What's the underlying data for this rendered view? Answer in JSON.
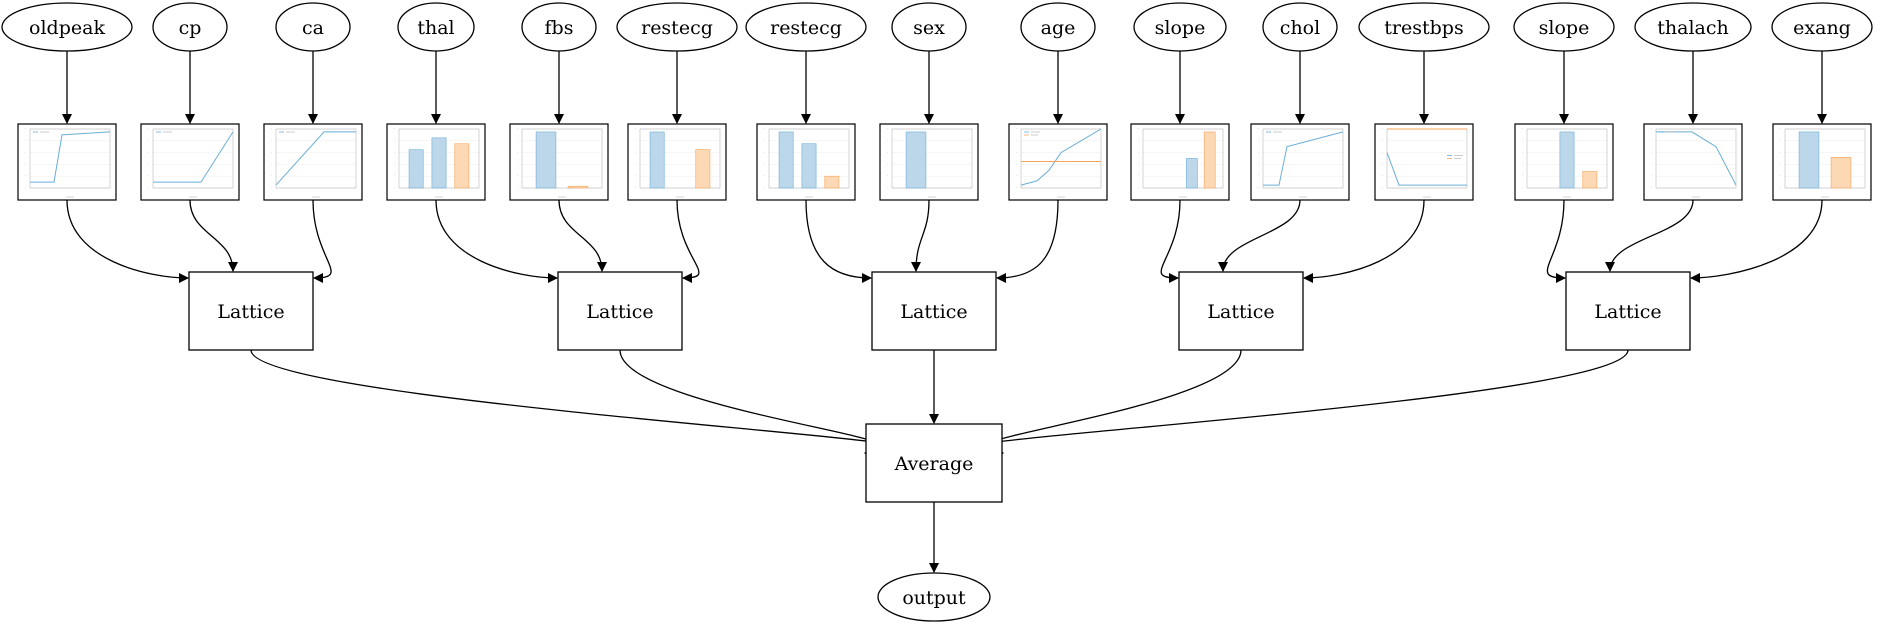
{
  "colors": {
    "stroke": "#000000",
    "calib_blue": "#6aaed6",
    "calib_blue_fill": "#bcd7ea",
    "calib_orange": "#f7a35c",
    "calib_orange_fill": "#fdd8b5"
  },
  "inputs": [
    {
      "label": "oldpeak",
      "calib": {
        "type": "line",
        "pts": [
          [
            0,
            0.1
          ],
          [
            0.3,
            0.1
          ],
          [
            0.4,
            0.9
          ],
          [
            1,
            0.95
          ]
        ],
        "legend": true
      }
    },
    {
      "label": "cp",
      "calib": {
        "type": "line",
        "pts": [
          [
            0,
            0.1
          ],
          [
            0.6,
            0.1
          ],
          [
            1,
            0.95
          ]
        ],
        "legend": true
      }
    },
    {
      "label": "ca",
      "calib": {
        "type": "line",
        "pts": [
          [
            0,
            0.05
          ],
          [
            0.6,
            0.95
          ],
          [
            1,
            0.95
          ]
        ],
        "legend": true
      }
    },
    {
      "label": "thal",
      "calib": {
        "type": "bar",
        "bars": [
          {
            "h": 0.65,
            "c": "b"
          },
          {
            "h": 0.85,
            "c": "b"
          },
          {
            "h": 0.75,
            "c": "o"
          }
        ]
      }
    },
    {
      "label": "fbs",
      "calib": {
        "type": "bar",
        "bars": [
          {
            "h": 0.95,
            "c": "b"
          },
          {
            "h": 0.03,
            "c": "o"
          }
        ]
      }
    },
    {
      "label": "restecg",
      "calib": {
        "type": "bar",
        "bars": [
          {
            "h": 0.95,
            "c": "b"
          },
          {
            "h": 0.0,
            "c": "b"
          },
          {
            "h": 0.65,
            "c": "o"
          }
        ]
      }
    },
    {
      "label": "restecg",
      "calib": {
        "type": "bar",
        "bars": [
          {
            "h": 0.95,
            "c": "b"
          },
          {
            "h": 0.75,
            "c": "b"
          },
          {
            "h": 0.2,
            "c": "o"
          }
        ]
      }
    },
    {
      "label": "sex",
      "calib": {
        "type": "bar",
        "bars": [
          {
            "h": 0.95,
            "c": "b"
          },
          {
            "h": 0.0,
            "c": "b"
          }
        ]
      }
    },
    {
      "label": "age",
      "calib": {
        "type": "line2",
        "pts": [
          [
            0,
            0.05
          ],
          [
            0.2,
            0.12
          ],
          [
            0.35,
            0.3
          ],
          [
            0.5,
            0.6
          ],
          [
            0.75,
            0.8
          ],
          [
            1,
            1.0
          ]
        ],
        "flat": 0.45,
        "legend": true
      }
    },
    {
      "label": "slope",
      "calib": {
        "type": "bar",
        "bars": [
          {
            "h": 0.0,
            "c": "b"
          },
          {
            "h": 0.0,
            "c": "b"
          },
          {
            "h": 0.5,
            "c": "b"
          },
          {
            "h": 0.95,
            "c": "o"
          }
        ]
      }
    },
    {
      "label": "chol",
      "calib": {
        "type": "line",
        "pts": [
          [
            0,
            0.05
          ],
          [
            0.2,
            0.05
          ],
          [
            0.3,
            0.7
          ],
          [
            1,
            0.95
          ]
        ],
        "legend": true
      }
    },
    {
      "label": "trestbps",
      "calib": {
        "type": "line2",
        "pts": [
          [
            0,
            0.6
          ],
          [
            0.15,
            0.05
          ],
          [
            1,
            0.05
          ]
        ],
        "flat": 1.0,
        "legend": true
      }
    },
    {
      "label": "slope",
      "calib": {
        "type": "bar",
        "bars": [
          {
            "h": 0.0,
            "c": "b"
          },
          {
            "h": 0.95,
            "c": "b"
          },
          {
            "h": 0.28,
            "c": "o"
          }
        ]
      }
    },
    {
      "label": "thalach",
      "calib": {
        "type": "line",
        "pts": [
          [
            0,
            0.95
          ],
          [
            0.45,
            0.95
          ],
          [
            0.75,
            0.7
          ],
          [
            1,
            0.05
          ]
        ],
        "legend": true
      }
    },
    {
      "label": "exang",
      "calib": {
        "type": "bar",
        "bars": [
          {
            "h": 0.95,
            "c": "b"
          },
          {
            "h": 0.52,
            "c": "o"
          }
        ]
      }
    }
  ],
  "lattices": [
    {
      "label": "Lattice"
    },
    {
      "label": "Lattice"
    },
    {
      "label": "Lattice"
    },
    {
      "label": "Lattice"
    },
    {
      "label": "Lattice"
    }
  ],
  "average": {
    "label": "Average"
  },
  "output": {
    "label": "output"
  }
}
